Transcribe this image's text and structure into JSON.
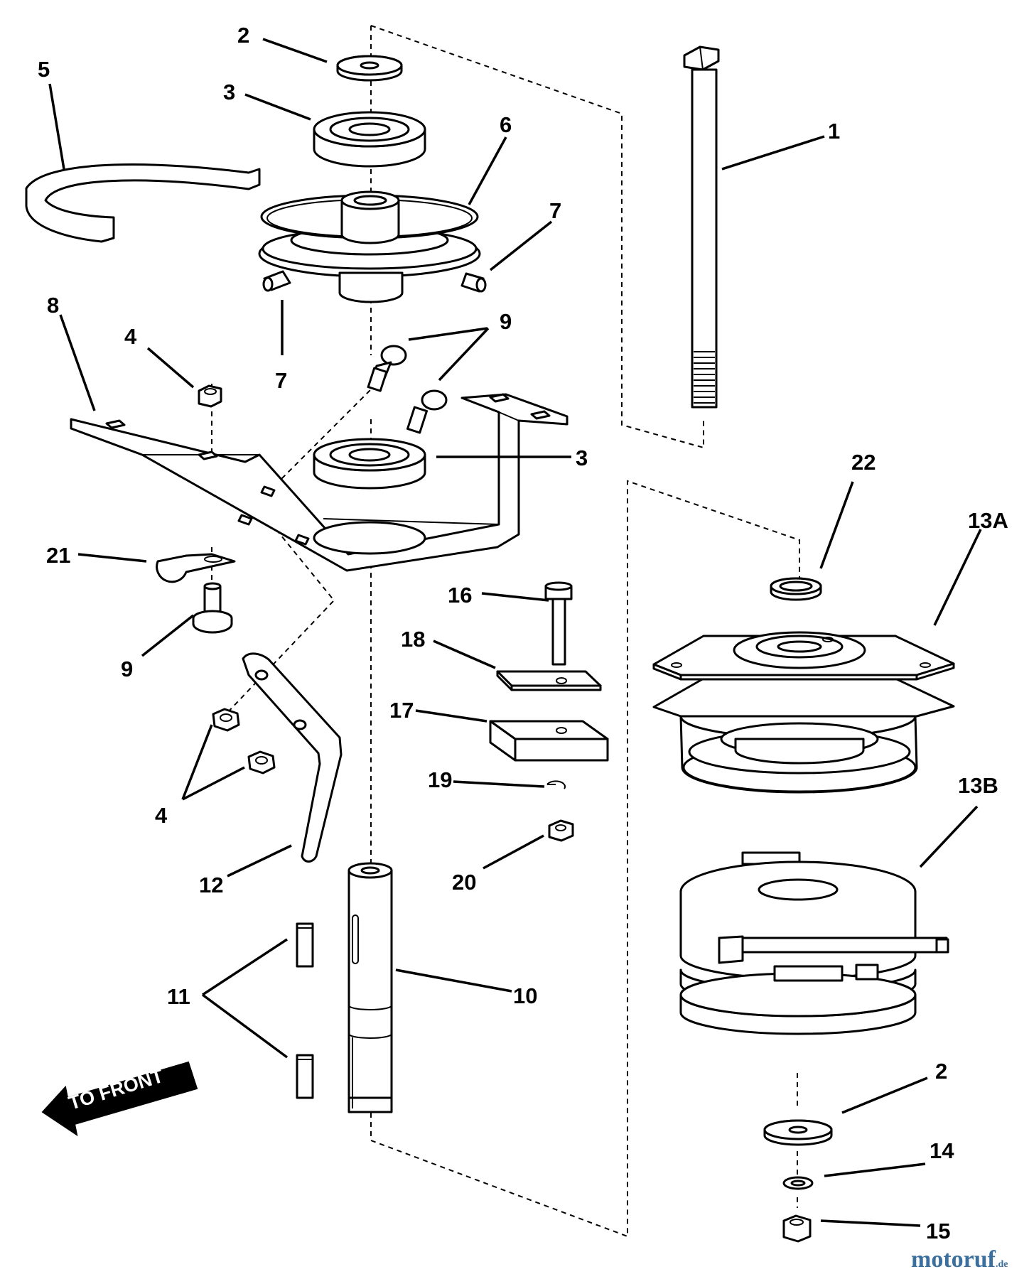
{
  "callouts": {
    "c1": "1",
    "c2a": "2",
    "c2b": "2",
    "c3a": "3",
    "c3b": "3",
    "c4a": "4",
    "c4b": "4",
    "c5": "5",
    "c6": "6",
    "c7a": "7",
    "c7b": "7",
    "c8": "8",
    "c9a": "9",
    "c9b": "9",
    "c10": "10",
    "c11": "11",
    "c12": "12",
    "c13a": "13A",
    "c13b": "13B",
    "c14": "14",
    "c15": "15",
    "c16": "16",
    "c17": "17",
    "c18": "18",
    "c19": "19",
    "c20": "20",
    "c21": "21",
    "c22": "22"
  },
  "direction_label": "TO FRONT",
  "watermark": {
    "main": "motoruf",
    "suffix": ".de",
    "color_main": "#3b6f9e",
    "color_accent": "#c0392b"
  },
  "colors": {
    "line": "#000000",
    "background": "#ffffff"
  }
}
